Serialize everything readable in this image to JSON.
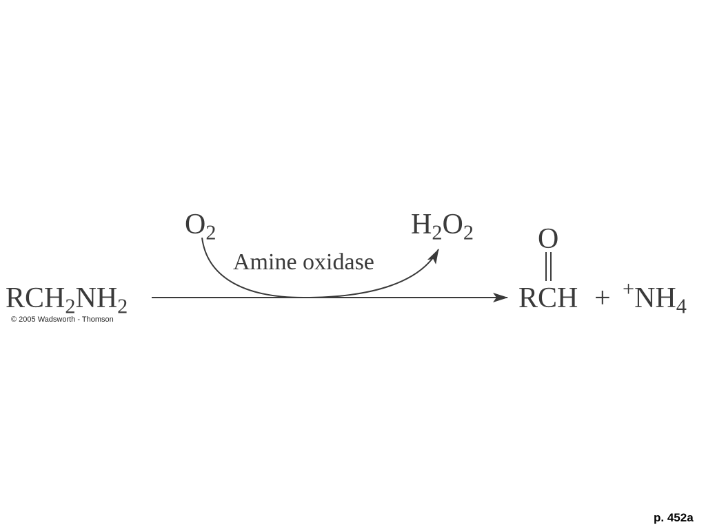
{
  "reaction": {
    "reactant": {
      "main": "RCH",
      "sub1": "2",
      "mid": "NH",
      "sub2": "2"
    },
    "cosubstrate": {
      "main": "O",
      "sub": "2"
    },
    "coproduct": {
      "h": "H",
      "sub1": "2",
      "o": "O",
      "sub2": "2"
    },
    "enzyme": "Amine oxidase",
    "product_carbonyl_o": "O",
    "product_main": "RCH",
    "plus": "+",
    "ammonium": {
      "sup": "+",
      "main": "NH",
      "sub": "4"
    }
  },
  "copyright": "© 2005 Wadsworth - Thomson",
  "page_ref": "p. 452a",
  "colors": {
    "ink": "#3a3a3a",
    "background": "#ffffff"
  }
}
